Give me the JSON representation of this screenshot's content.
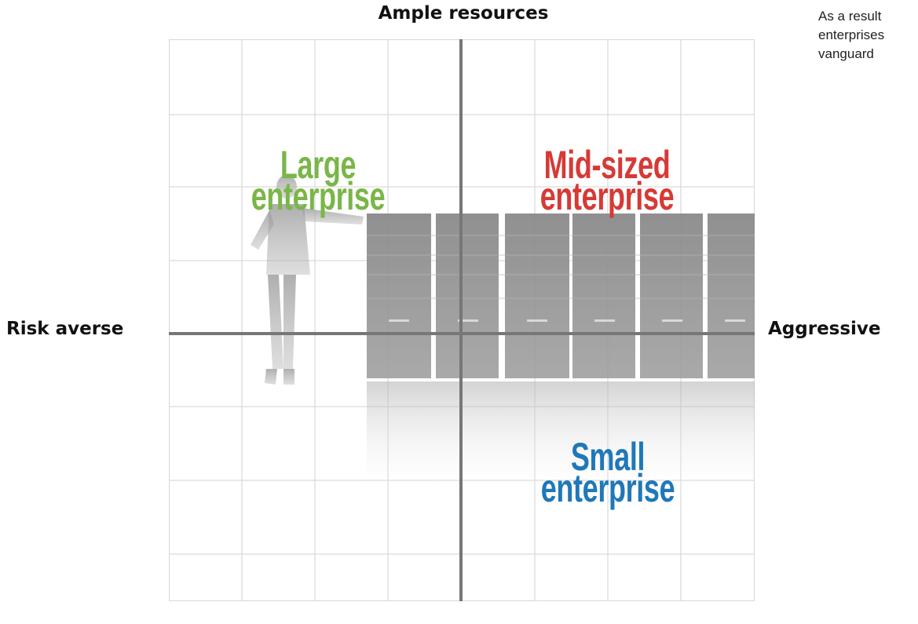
{
  "axes": {
    "top": "Ample resources",
    "left": "Risk averse",
    "right": "Aggressive"
  },
  "quadrants": {
    "large": [
      "Large",
      "enterprise"
    ],
    "mid": [
      "Mid-sized",
      "enterprise"
    ],
    "small": [
      "Small",
      "enterprise"
    ]
  },
  "side_text": {
    "lines": [
      "As a result",
      "enterprises",
      "vanguard"
    ]
  },
  "colors": {
    "large": "#7ab648",
    "mid": "#d63a35",
    "small": "#1f78b8",
    "axis": "#777777",
    "grid": "#d9d9d9"
  }
}
